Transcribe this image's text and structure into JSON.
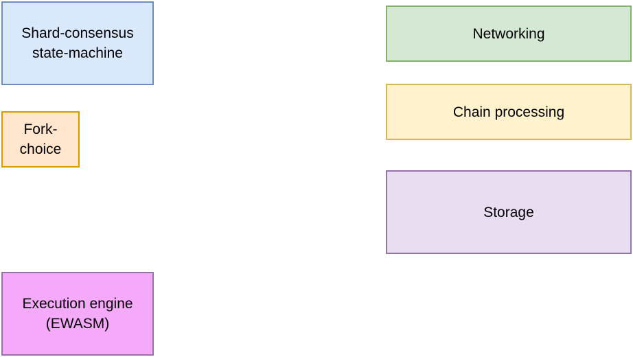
{
  "boxes": {
    "shard": {
      "lines": [
        "Shard-consensus",
        "state-machine"
      ],
      "fill": "#dae8fc",
      "stroke": "#6c8ebf"
    },
    "fork": {
      "lines": [
        "Fork-",
        "choice"
      ],
      "fill": "#ffe6cc",
      "stroke": "#d79b00"
    },
    "exec": {
      "lines": [
        "Execution engine",
        "(EWASM)"
      ],
      "fill": "#f5a9f9",
      "stroke": "#9673a6"
    },
    "net": {
      "lines": [
        "Networking"
      ],
      "fill": "#d5e8d4",
      "stroke": "#82b366"
    },
    "chain": {
      "lines": [
        "Chain processing"
      ],
      "fill": "#fff2cc",
      "stroke": "#d6b656"
    },
    "storage": {
      "lines": [
        "Storage"
      ],
      "fill": "#e9ddf2",
      "stroke": "#9673a6"
    }
  }
}
